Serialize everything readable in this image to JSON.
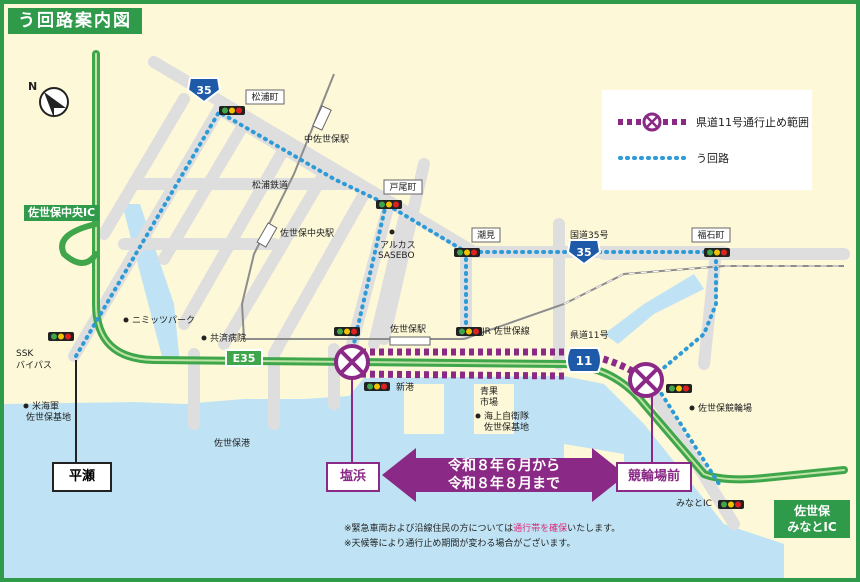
{
  "title": "う回路案内図",
  "legend": {
    "closure": "県道11号通行止め範囲",
    "detour": "う回路"
  },
  "period": {
    "line1": "令和８年６月から",
    "line2": "令和８年８月まで"
  },
  "endpoints": {
    "west": "塩浜",
    "east": "競輪場前"
  },
  "interchanges": {
    "chuo": "佐世保中央IC",
    "minato_line1": "佐世保",
    "minato_line2": "みなとIC",
    "minato_small": "みなとIC"
  },
  "route_badges": {
    "r35_top": "35",
    "r35_mid": "35",
    "r11": "11",
    "e35": "E35"
  },
  "signal_labels": {
    "matsuura": "松浦町",
    "tobi": "戸尾町",
    "shiomi": "潮見",
    "fukuishi": "福石町"
  },
  "place_labels": {
    "naka_sasebo": "中佐世保駅",
    "matsuura_rail": "松浦鉄道",
    "sasebo_chuo_sta": "佐世保中央駅",
    "arkas1": "アルカス",
    "arkas2": "SASEBO",
    "sasebo_sta": "佐世保駅",
    "jr_line": "JR 佐世保線",
    "kokudo35": "国道35号",
    "kendo11": "県道11号",
    "nimitz": "ニミッツパーク",
    "kyosai": "共済病院",
    "ssk1": "SSK",
    "ssk2": "バイパス",
    "us_navy1": "米海軍",
    "us_navy2": "佐世保基地",
    "shinko": "新港",
    "seika1": "青果",
    "seika2": "市場",
    "jmsdf1": "海上自衛隊",
    "jmsdf2": "佐世保基地",
    "keirinjo": "佐世保競輪場",
    "sasebo_port": "佐世保港",
    "hirase": "平瀬"
  },
  "notes": {
    "note1_pre": "※緊急車両および沿線住民の方については",
    "note1_hl": "通行帯を確保",
    "note1_post": "いたします。",
    "note2": "※天候等により通行止め期間が変わる場合がございます。"
  },
  "colors": {
    "frame": "#2f9a4a",
    "land": "#fdf8d8",
    "sea": "#bfe3f4",
    "road": "#dedede",
    "highway": "#3fa64b",
    "closure": "#8b2a86",
    "detour": "#2f9bd6",
    "route_badge": "#1f5aa8"
  }
}
